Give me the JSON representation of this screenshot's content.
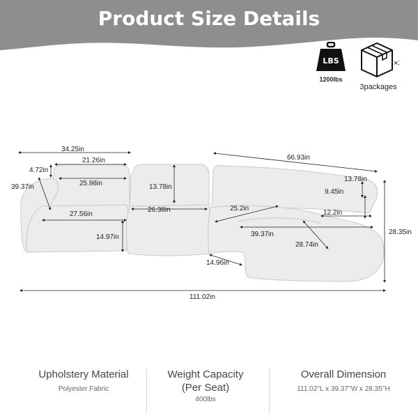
{
  "header": {
    "title": "Product Size Details"
  },
  "badges": {
    "weight": {
      "icon": "weight-icon",
      "label": "LBS",
      "caption": "1200lbs"
    },
    "packages": {
      "icon": "box-icon",
      "multiplier": "×3",
      "caption": "3packages"
    }
  },
  "dimensions": {
    "d1": "34.25in",
    "d2": "21.26in",
    "d3": "4.72in",
    "d4": "39.37in",
    "d5": "25.98in",
    "d6": "27.56in",
    "d7": "14.97in",
    "d8": "13.78in",
    "d9": "26.38in",
    "d10": "66.93in",
    "d11": "13.78in",
    "d12": "9.45in",
    "d13": "25.2in",
    "d14": "12.2in",
    "d15": "39.37in",
    "d16": "28.74in",
    "d17": "28.35in",
    "d18": "14.96in",
    "d19": "111.02in"
  },
  "specs": {
    "upholstery": {
      "title": "Upholstery Material",
      "value": "Polyester Fabric"
    },
    "weight": {
      "title_line1": "Weight Capacity",
      "title_line2": "(Per Seat)",
      "value": "400lbs"
    },
    "overall": {
      "title": "Overall Dimension",
      "value": "111.02''L x 39.37''W x 28.35''H"
    }
  },
  "colors": {
    "banner": "#8e8e8e",
    "sofa": "#ececec",
    "sofa_stroke": "#c8c8c8"
  }
}
